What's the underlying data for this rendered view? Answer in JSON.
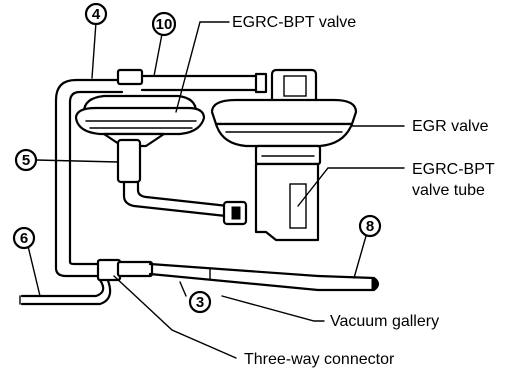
{
  "labels": {
    "egrc_bpt_valve": "EGRC-BPT valve",
    "egr_valve": "EGR valve",
    "egrc_bpt_tube_line1": "EGRC-BPT",
    "egrc_bpt_tube_line2": "valve tube",
    "vacuum_gallery": "Vacuum gallery",
    "three_way_connector": "Three-way connector"
  },
  "callouts": {
    "c3": "3",
    "c4": "4",
    "c5": "5",
    "c6": "6",
    "c8": "8",
    "c10": "10"
  }
}
